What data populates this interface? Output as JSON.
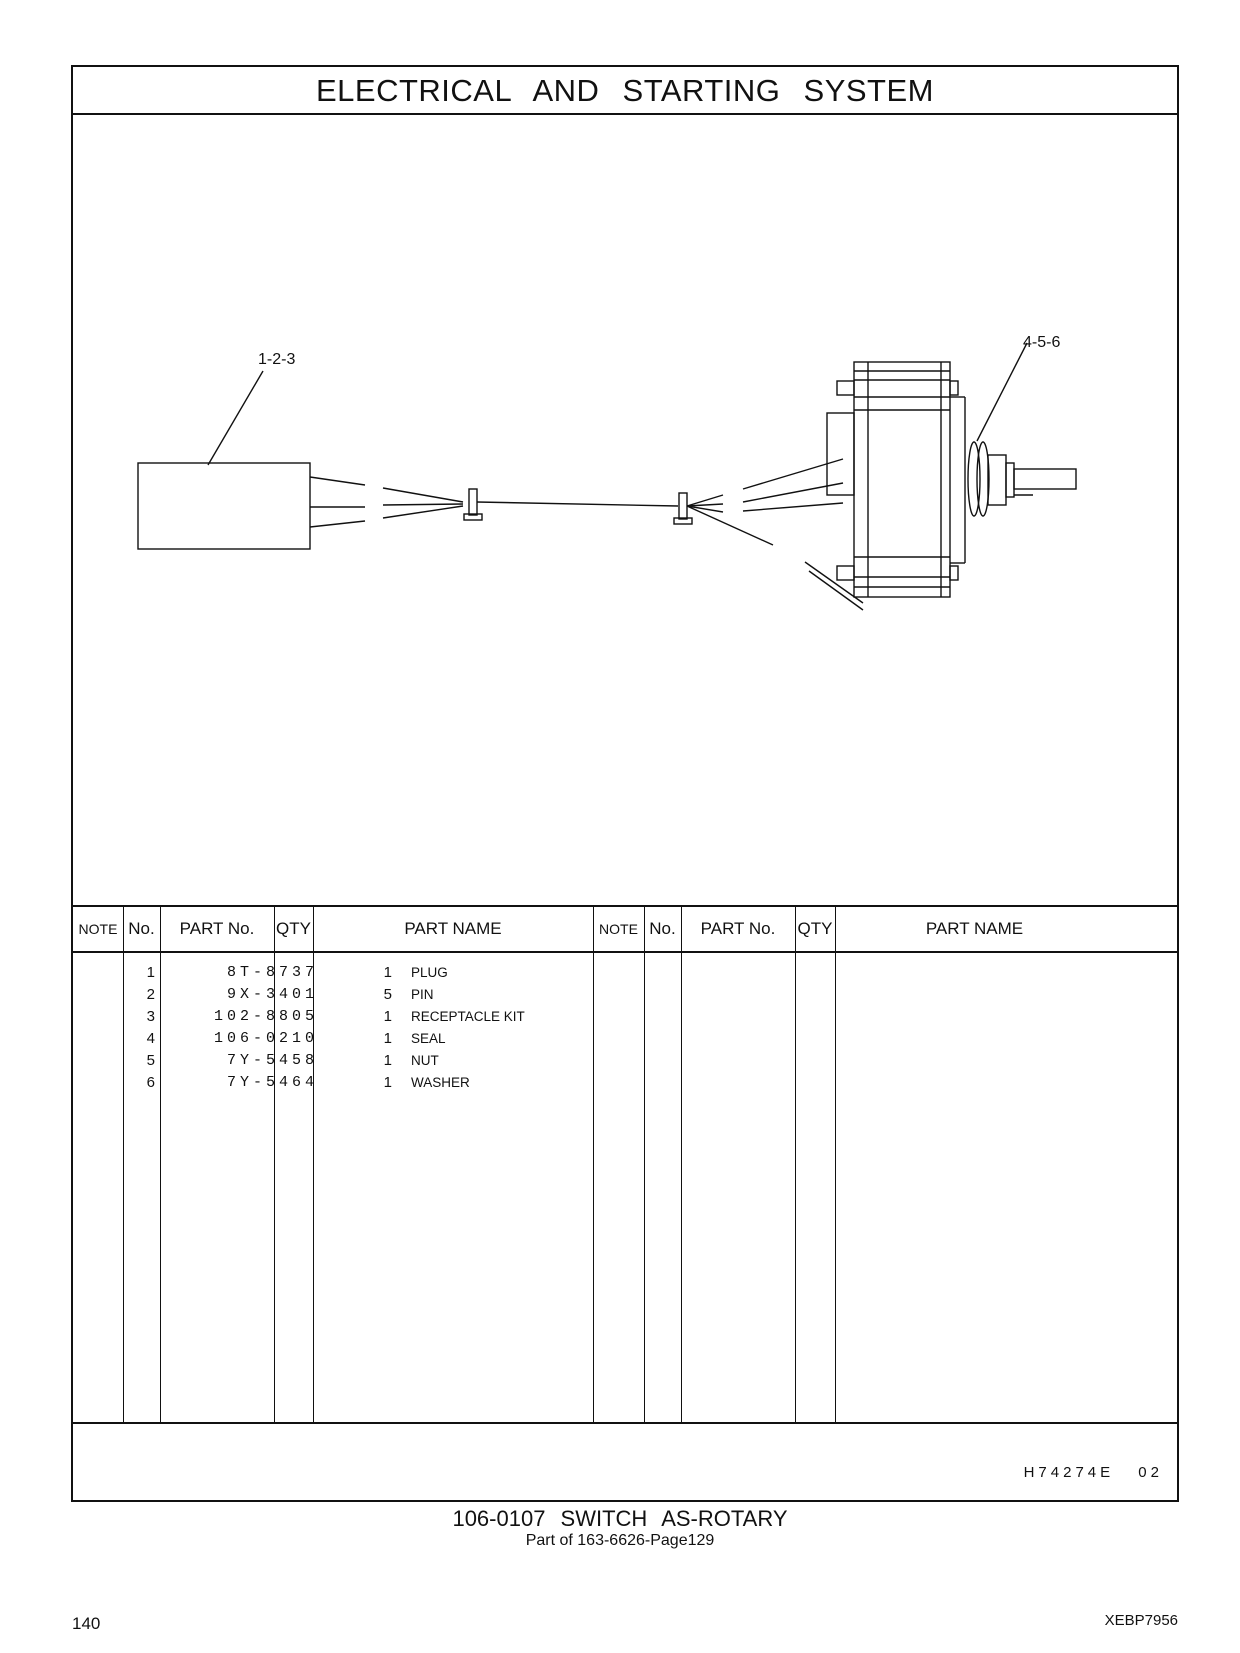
{
  "header": {
    "title": "ELECTRICAL  AND  STARTING  SYSTEM"
  },
  "callouts": {
    "left": "1-2-3",
    "right": "4-5-6"
  },
  "table": {
    "columns": [
      "NOTE",
      "No.",
      "PART No.",
      "QTY",
      "PART NAME",
      "NOTE",
      "No.",
      "PART No.",
      "QTY",
      "PART NAME"
    ],
    "rows": [
      {
        "no": "1",
        "part_no": "8T-8737",
        "qty": "1",
        "name": "PLUG"
      },
      {
        "no": "2",
        "part_no": "9X-3401",
        "qty": "5",
        "name": "PIN"
      },
      {
        "no": "3",
        "part_no": "102-8805",
        "qty": "1",
        "name": "RECEPTACLE  KIT"
      },
      {
        "no": "4",
        "part_no": "106-0210",
        "qty": "1",
        "name": "SEAL"
      },
      {
        "no": "5",
        "part_no": "7Y-5458",
        "qty": "1",
        "name": "NUT"
      },
      {
        "no": "6",
        "part_no": "7Y-5464",
        "qty": "1",
        "name": "WASHER"
      }
    ]
  },
  "footer": {
    "illustration_code": "H74274E  02"
  },
  "caption": {
    "title": "106-0107  SWITCH  AS-ROTARY",
    "subtitle": "Part of 163-6626-Page129"
  },
  "page": {
    "number": "140",
    "doc_id": "XEBP7956"
  }
}
